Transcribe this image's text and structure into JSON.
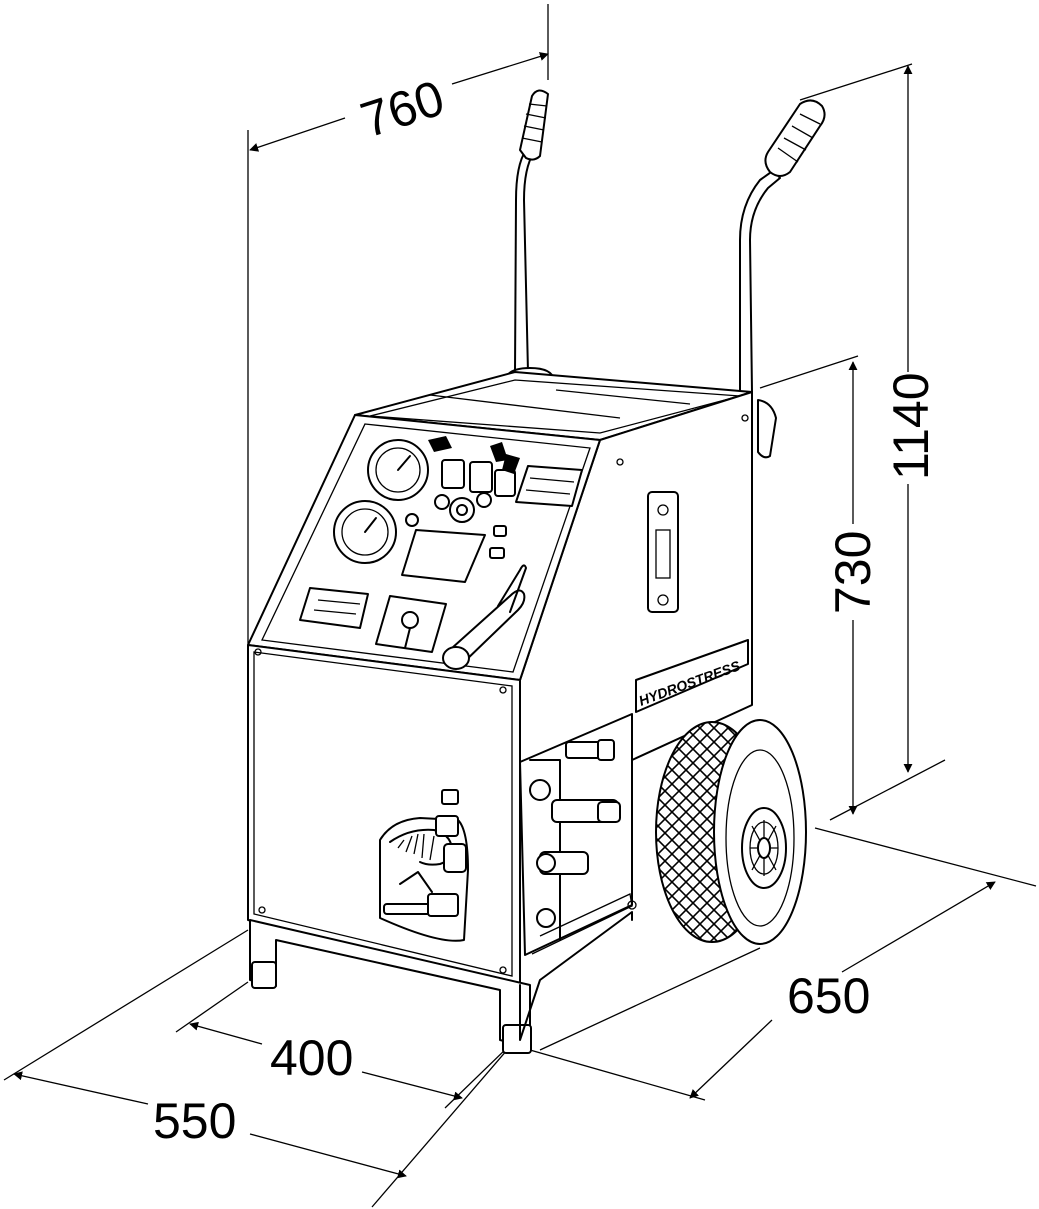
{
  "dimensions": {
    "width_top": "760",
    "height_total": "1140",
    "height_body": "730",
    "depth": "650",
    "front_width_inner": "400",
    "front_width_outer": "550"
  },
  "brand": "HYDROSTRESS",
  "colors": {
    "line": "#000000",
    "background": "#ffffff"
  }
}
